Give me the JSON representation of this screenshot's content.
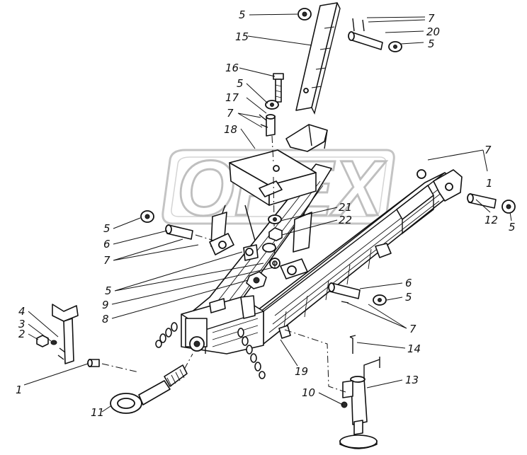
{
  "watermark": "OPEX",
  "callouts": [
    {
      "id": "c-5-top",
      "text": "5"
    },
    {
      "id": "c-15",
      "text": "15"
    },
    {
      "id": "c-7-top",
      "text": "7"
    },
    {
      "id": "c-20",
      "text": "20"
    },
    {
      "id": "c-5-topright",
      "text": "5"
    },
    {
      "id": "c-16",
      "text": "16"
    },
    {
      "id": "c-5-mid",
      "text": "5"
    },
    {
      "id": "c-17",
      "text": "17"
    },
    {
      "id": "c-7-mid",
      "text": "7"
    },
    {
      "id": "c-18",
      "text": "18"
    },
    {
      "id": "c-7-right",
      "text": "7"
    },
    {
      "id": "c-1-right",
      "text": "1"
    },
    {
      "id": "c-12",
      "text": "12"
    },
    {
      "id": "c-5-right",
      "text": "5"
    },
    {
      "id": "c-21",
      "text": "21"
    },
    {
      "id": "c-22",
      "text": "22"
    },
    {
      "id": "c-5-left",
      "text": "5"
    },
    {
      "id": "c-6-left",
      "text": "6"
    },
    {
      "id": "c-7-left",
      "text": "7"
    },
    {
      "id": "c-5-lower",
      "text": "5"
    },
    {
      "id": "c-9",
      "text": "9"
    },
    {
      "id": "c-8",
      "text": "8"
    },
    {
      "id": "c-6-right",
      "text": "6"
    },
    {
      "id": "c-5-lowright",
      "text": "5"
    },
    {
      "id": "c-7-lowright",
      "text": "7"
    },
    {
      "id": "c-4",
      "text": "4"
    },
    {
      "id": "c-3",
      "text": "3"
    },
    {
      "id": "c-2",
      "text": "2"
    },
    {
      "id": "c-14",
      "text": "14"
    },
    {
      "id": "c-19",
      "text": "19"
    },
    {
      "id": "c-13",
      "text": "13"
    },
    {
      "id": "c-10",
      "text": "10"
    },
    {
      "id": "c-1-left",
      "text": "1"
    },
    {
      "id": "c-11",
      "text": "11"
    }
  ]
}
